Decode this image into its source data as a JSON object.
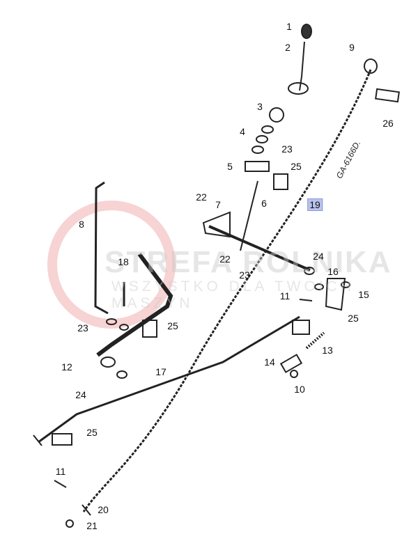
{
  "watermark": {
    "title": "STREFA ROLNIKA",
    "subtitle": "WSZYSTKO DLA TWOICH MASZYN",
    "accent": "#e05050"
  },
  "drawing_code": "GA-6166D.",
  "highlight_color": "#b9c3ee",
  "callouts": [
    "1",
    "2",
    "9",
    "26",
    "3",
    "4",
    "23",
    "5",
    "25",
    "22",
    "7",
    "6",
    "19",
    "8",
    "22",
    "23",
    "24",
    "18",
    "16",
    "15",
    "11",
    "23",
    "25",
    "25",
    "13",
    "12",
    "14",
    "17",
    "24",
    "10",
    "25",
    "11",
    "20",
    "21"
  ]
}
